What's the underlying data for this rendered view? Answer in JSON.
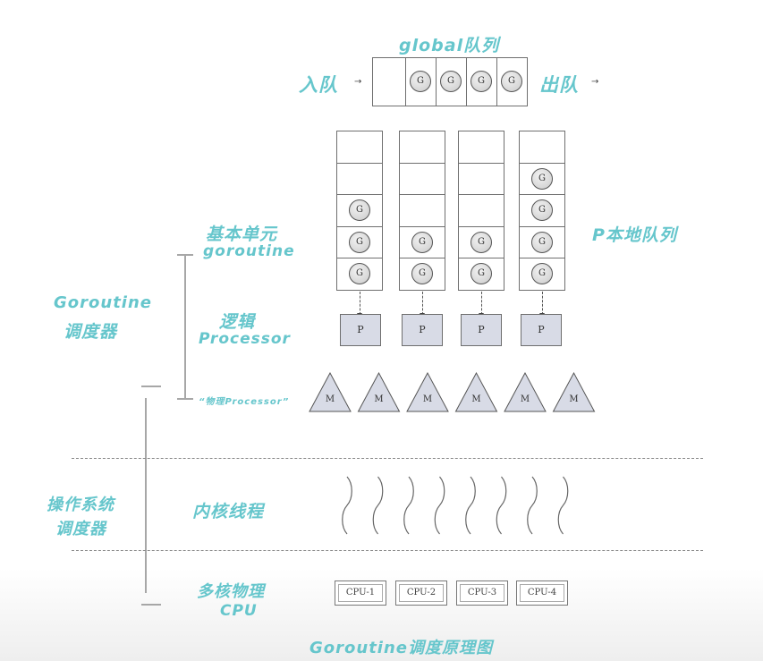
{
  "global_queue": {
    "title": "global队列",
    "enqueue_label": "入队",
    "dequeue_label": "出队",
    "items": [
      "G",
      "G",
      "G",
      "G"
    ]
  },
  "local_queues": {
    "label": "P本地队列",
    "queues": [
      [
        "G",
        "G",
        "G"
      ],
      [
        "G",
        "G"
      ],
      [
        "G",
        "G"
      ],
      [
        "G",
        "G",
        "G",
        "G"
      ]
    ]
  },
  "labels": {
    "basic_unit_line1": "基本单元",
    "basic_unit_line2": "goroutine",
    "logic_line1": "逻辑",
    "logic_line2": "Processor",
    "goroutine_scheduler_line1": "Goroutine",
    "goroutine_scheduler_line2": "调度器",
    "physical_processor": "“物理Processor”",
    "os_scheduler_line1": "操作系统",
    "os_scheduler_line2": "调度器",
    "kernel_threads": "内核线程",
    "multicore_line1": "多核物理",
    "multicore_line2": "CPU",
    "caption": "Goroutine调度原理图"
  },
  "processors": [
    "P",
    "P",
    "P",
    "P"
  ],
  "machines": [
    "M",
    "M",
    "M",
    "M",
    "M",
    "M"
  ],
  "cpus": [
    "CPU-1",
    "CPU-2",
    "CPU-3",
    "CPU-4"
  ],
  "kernel_thread_count": 8
}
